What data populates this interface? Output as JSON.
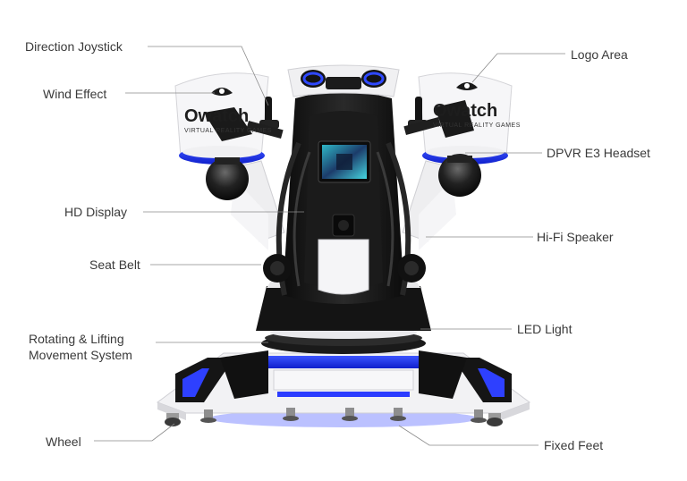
{
  "labels": {
    "direction_joystick": "Direction Joystick",
    "wind_effect": "Wind Effect",
    "hd_display": "HD Display",
    "seat_belt": "Seat Belt",
    "rotating_lifting_line1": "Rotating & Lifting",
    "rotating_lifting_line2": "Movement System",
    "wheel": "Wheel",
    "logo_area": "Logo Area",
    "dpvr_headset": "DPVR E3 Headset",
    "hifi_speaker": "Hi-Fi Speaker",
    "led_light": "LED Light",
    "fixed_feet": "Fixed Feet"
  },
  "brand": {
    "name_left": "Owatch",
    "name_right": "Owatch",
    "tagline_left": "VIRTUAL REALITY GAMES",
    "tagline_right": "VIRTUAL REALITY GAMES"
  },
  "colors": {
    "accent_blue": "#2438ff",
    "machine_black": "#161616",
    "machine_white": "#f4f4f6",
    "leader_line": "#8a8a8a"
  }
}
